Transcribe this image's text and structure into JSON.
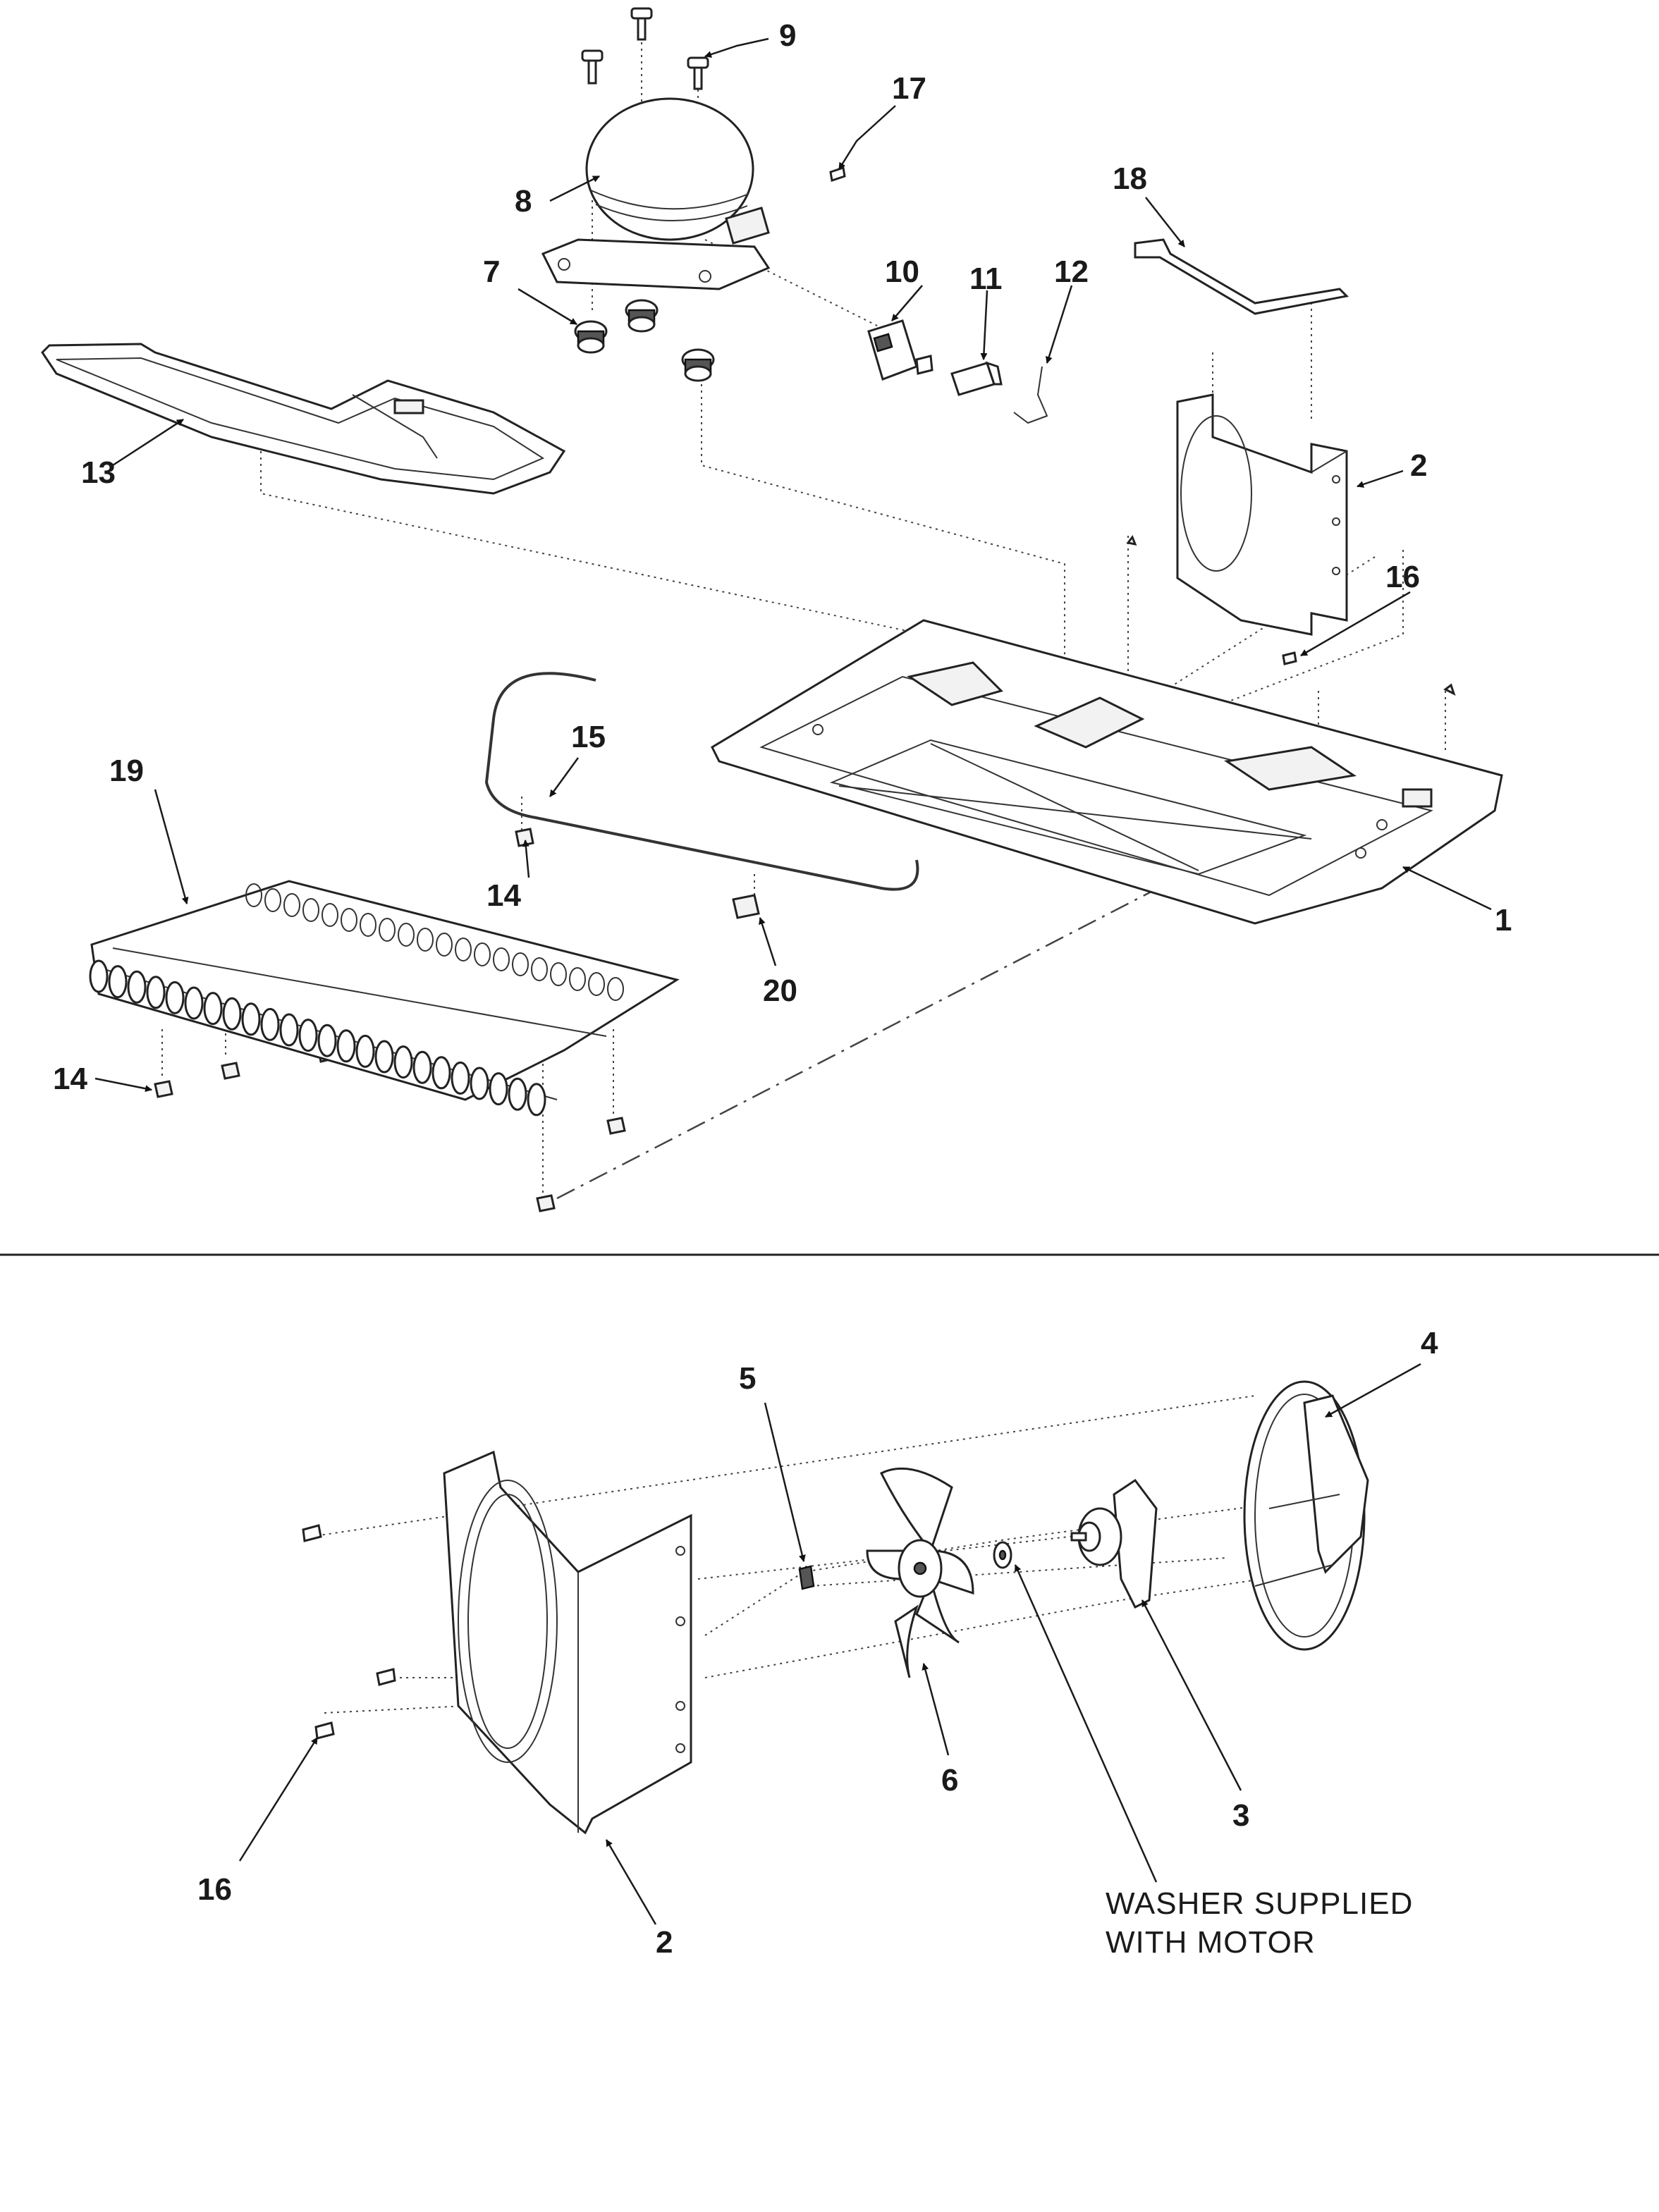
{
  "callouts_top": [
    "9",
    "17",
    "8",
    "7",
    "18",
    "10",
    "11",
    "12",
    "13",
    "2",
    "16",
    "15",
    "19",
    "14",
    "20",
    "1"
  ],
  "callouts_bottom": [
    "4",
    "5",
    "6",
    "3",
    "16",
    "2"
  ],
  "note": {
    "line1": "WASHER SUPPLIED",
    "line2": "WITH MOTOR"
  }
}
